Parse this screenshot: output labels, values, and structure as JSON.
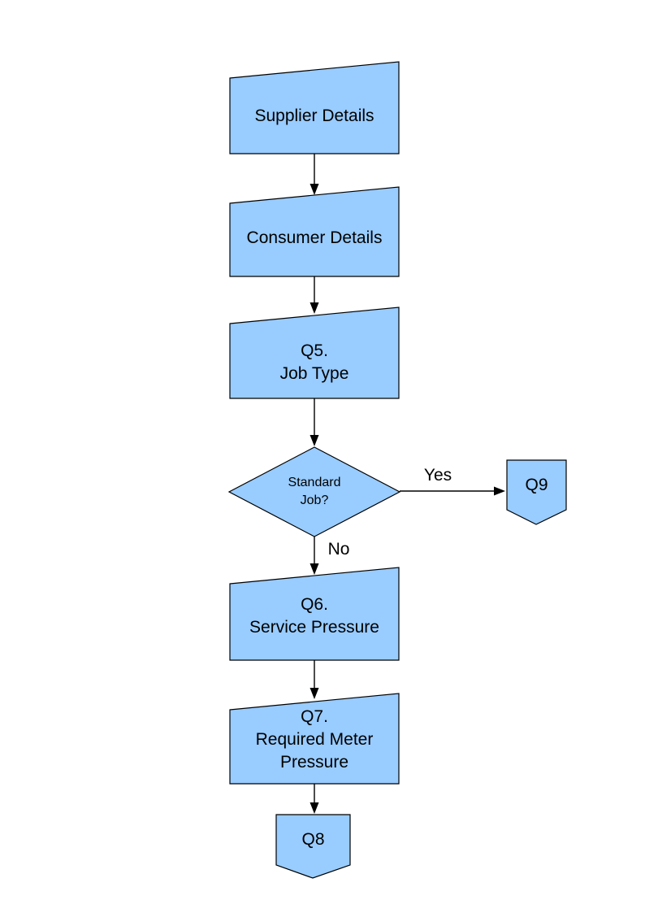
{
  "colors": {
    "shape_fill": "#99CCFF",
    "shape_border": "#000000",
    "text": "#000000",
    "background": "#FFFFFF"
  },
  "flowchart": {
    "nodes": [
      {
        "id": "supplier",
        "type": "manual-input",
        "label": "Supplier Details"
      },
      {
        "id": "consumer",
        "type": "manual-input",
        "label": "Consumer Details"
      },
      {
        "id": "q5",
        "type": "manual-input",
        "label": "Q5.\nJob Type"
      },
      {
        "id": "decision",
        "type": "decision-diamond",
        "label": "Standard\nJob?"
      },
      {
        "id": "q9",
        "type": "off-page-connector",
        "label": "Q9"
      },
      {
        "id": "q6",
        "type": "manual-input",
        "label": "Q6.\nService Pressure"
      },
      {
        "id": "q7",
        "type": "manual-input",
        "label": "Q7.\nRequired Meter\nPressure"
      },
      {
        "id": "q8",
        "type": "off-page-connector",
        "label": "Q8"
      }
    ],
    "edges": [
      {
        "from": "supplier",
        "to": "consumer",
        "label": ""
      },
      {
        "from": "consumer",
        "to": "q5",
        "label": ""
      },
      {
        "from": "q5",
        "to": "decision",
        "label": ""
      },
      {
        "from": "decision",
        "to": "q9",
        "label": "Yes"
      },
      {
        "from": "decision",
        "to": "q6",
        "label": "No"
      },
      {
        "from": "q6",
        "to": "q7",
        "label": ""
      },
      {
        "from": "q7",
        "to": "q8",
        "label": ""
      }
    ]
  }
}
